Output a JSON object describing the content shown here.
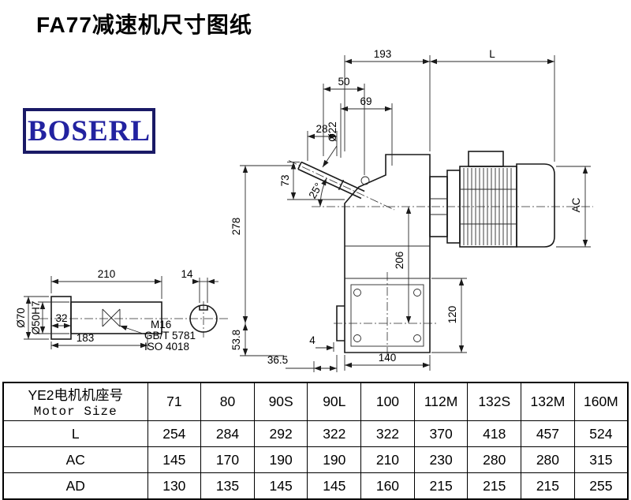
{
  "title": "FA77减速机尺寸图纸",
  "logo": "BOSERL",
  "colors": {
    "logo_blue": "#2222a0",
    "logo_border": "#1a1a66",
    "line": "#1a1a1a"
  },
  "drawing": {
    "dims": {
      "d193": "193",
      "dL": "L",
      "d50": "50",
      "d69": "69",
      "dia22": "Ø22",
      "d28": "28",
      "d73": "73",
      "angle25": "25°",
      "d278": "278",
      "d206": "206",
      "dAC": "AC",
      "d120": "120",
      "d4": "4",
      "d36_5": "36.5",
      "d140": "140",
      "d210": "210",
      "d14": "14",
      "dia70": "Ø70",
      "dia50h7": "Ø50H7",
      "d32": "32",
      "d183": "183",
      "m16": "M16",
      "gbt5781": "GB/T 5781",
      "iso4018": "ISO 4018",
      "d53_8": "53.8"
    }
  },
  "table": {
    "header_cn": "YE2电机机座号",
    "header_en": "Motor Size",
    "sizes": [
      "71",
      "80",
      "90S",
      "90L",
      "100",
      "112M",
      "132S",
      "132M",
      "160M"
    ],
    "rows": [
      {
        "label": "L",
        "values": [
          "254",
          "284",
          "292",
          "322",
          "322",
          "370",
          "418",
          "457",
          "524"
        ]
      },
      {
        "label": "AC",
        "values": [
          "145",
          "170",
          "190",
          "190",
          "210",
          "230",
          "280",
          "280",
          "315"
        ]
      },
      {
        "label": "AD",
        "values": [
          "130",
          "135",
          "145",
          "145",
          "160",
          "215",
          "215",
          "215",
          "255"
        ]
      }
    ]
  }
}
